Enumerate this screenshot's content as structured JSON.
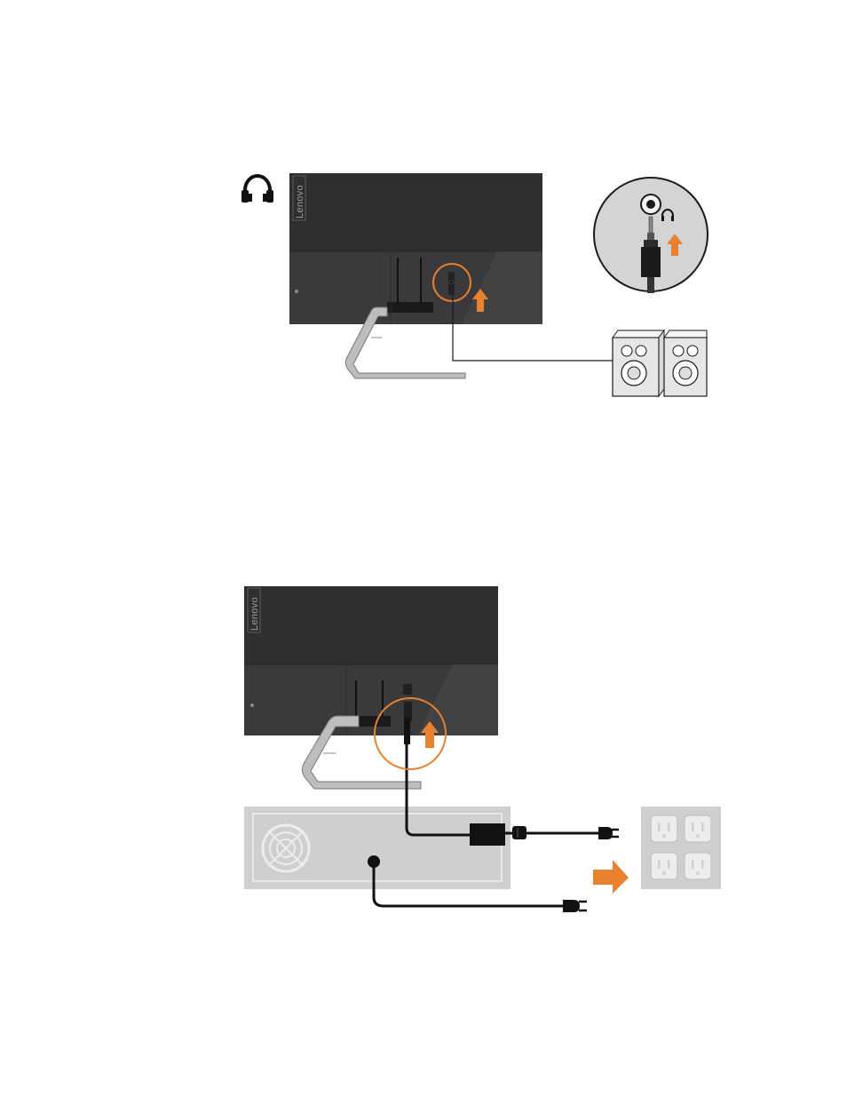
{
  "figures": [
    {
      "id": "audio-connection",
      "brand_label": "Lenovo",
      "icons": [
        "headphone-icon",
        "audio-jack-icon",
        "orange-arrow-icon",
        "speaker-icon"
      ]
    },
    {
      "id": "power-connection",
      "brand_label": "Lenovo",
      "icons": [
        "orange-arrow-icon",
        "power-plug-icon",
        "wall-outlet-icon",
        "fan-grille-icon"
      ]
    }
  ],
  "colors": {
    "monitor": "#2f2f31",
    "monitor_lower": "#3a3a3c",
    "accent_orange": "#e8822e",
    "cable": "#1a1a1a",
    "panel_gray": "#cfcfcf",
    "stand_silver": "#bdbdbd"
  }
}
